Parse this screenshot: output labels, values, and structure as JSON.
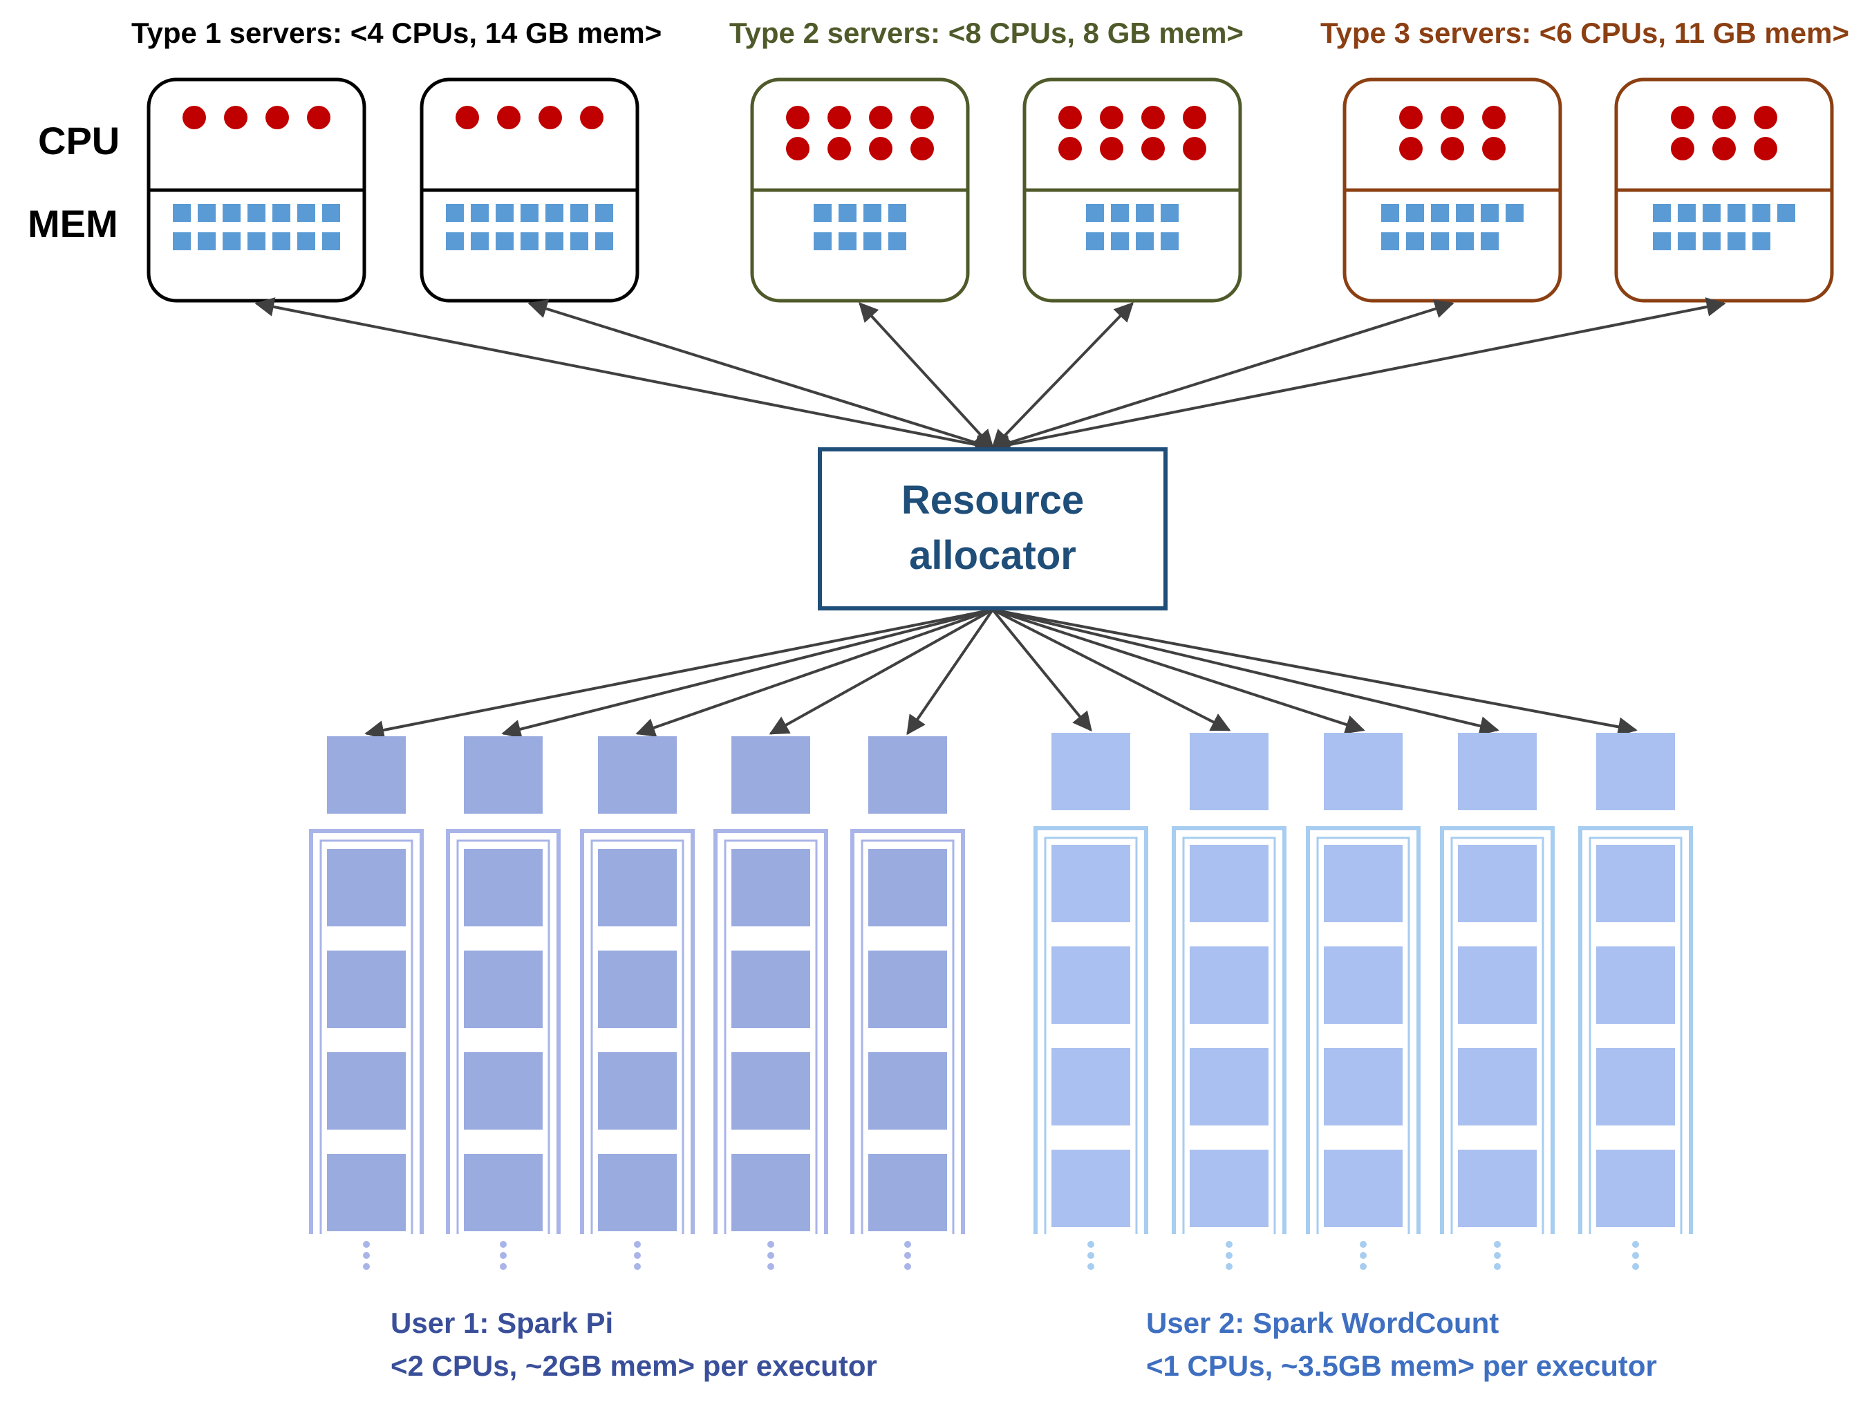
{
  "server_types": [
    {
      "label": "Type 1 servers: <4 CPUs, 14 GB mem>",
      "color": "#000000",
      "cpus": 4,
      "mem_blocks": 14,
      "servers": 2
    },
    {
      "label": "Type 2 servers: <8 CPUs, 8 GB mem>",
      "color": "#4f5a2a",
      "cpus": 8,
      "mem_blocks": 8,
      "servers": 2
    },
    {
      "label": "Type 3 servers: <6 CPUs, 11 GB mem>",
      "color": "#8b3f12",
      "cpus": 6,
      "mem_blocks": 11,
      "servers": 2
    }
  ],
  "row_labels": {
    "cpu": "CPU",
    "mem": "MEM"
  },
  "allocator": {
    "line1": "Resource",
    "line2": "allocator",
    "color": "#1f4e79"
  },
  "users": [
    {
      "line1": "User 1: Spark Pi",
      "line2": "<2 CPUs, ~2GB mem> per executor",
      "text_color": "#3a4f9a",
      "box_color": "#9aabe0",
      "queue_color": "#a9b4e8",
      "columns": 5,
      "tasks_per_queue": 4
    },
    {
      "line1": "User 2: Spark WordCount",
      "line2": "<1 CPUs, ~3.5GB mem> per executor",
      "text_color": "#3f6fc0",
      "box_color": "#a9c0f0",
      "queue_color": "#a7cdf0",
      "columns": 5,
      "tasks_per_queue": 4
    }
  ],
  "colors": {
    "cpu_dot": "#c00000",
    "mem_block": "#5b9bd5",
    "arrow": "#404040"
  }
}
